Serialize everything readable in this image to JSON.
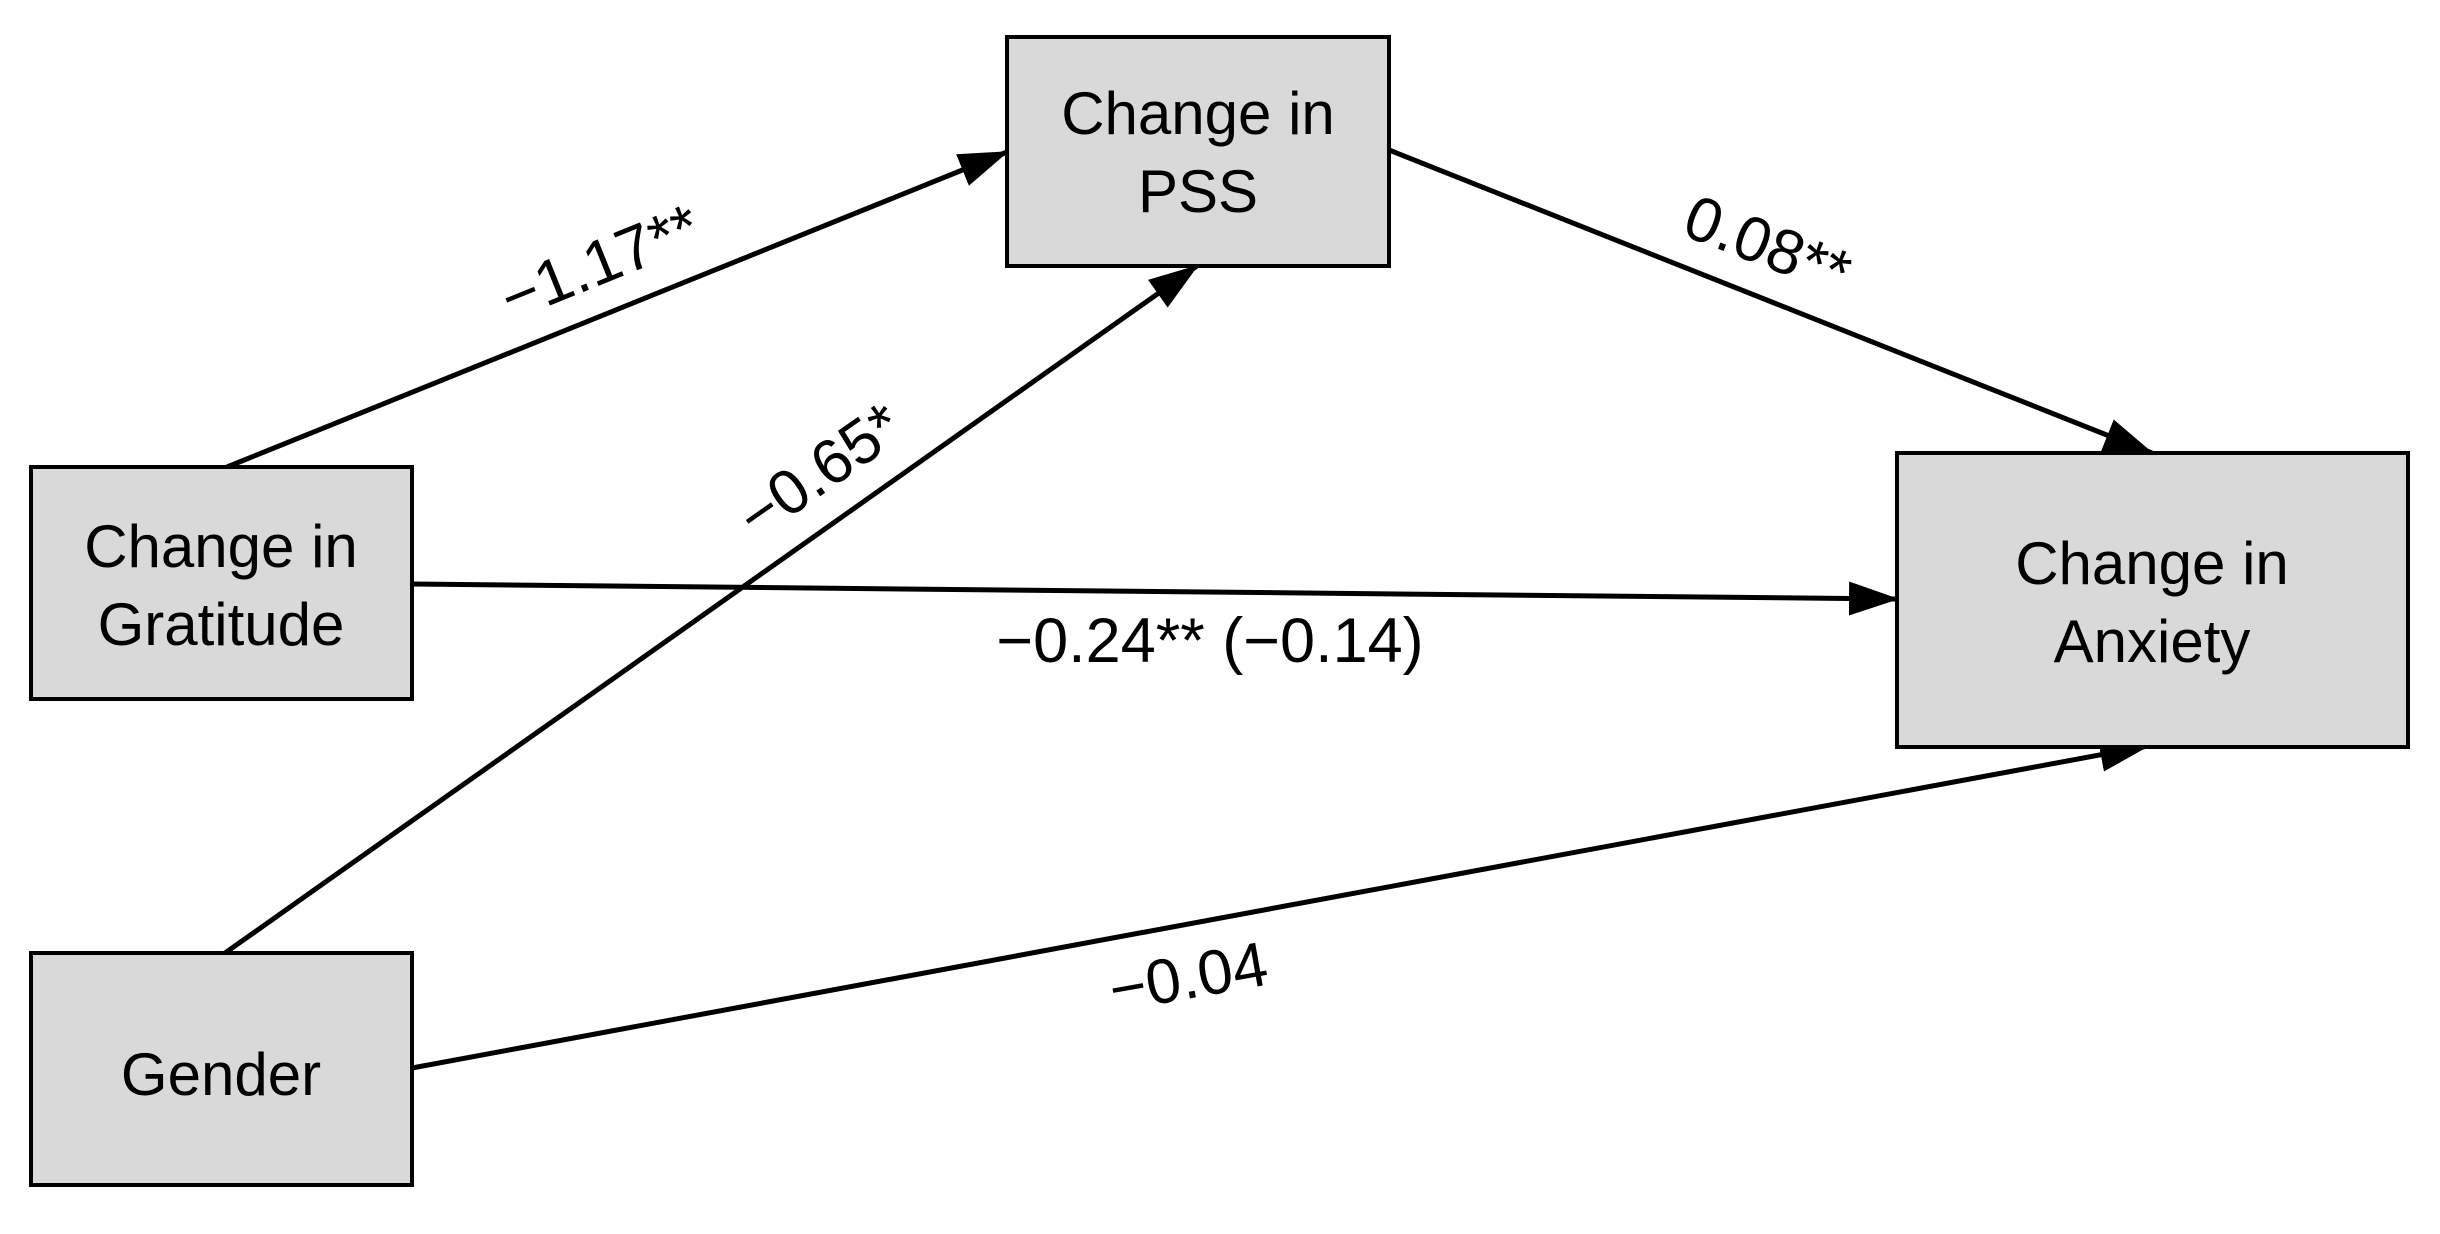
{
  "nodes": {
    "pss": {
      "line1": "Change in",
      "line2": "PSS"
    },
    "gratitude": {
      "line1": "Change in",
      "line2": "Gratitude"
    },
    "anxiety": {
      "line1": "Change in",
      "line2": "Anxiety"
    },
    "gender": {
      "label": "Gender"
    }
  },
  "edges": {
    "gratitude_to_pss": "−1.17**",
    "pss_to_anxiety": "0.08**",
    "gender_to_pss": "−0.65*",
    "gratitude_to_anxiety": "−0.24** (−0.14)",
    "gender_to_anxiety": "−0.04"
  },
  "colors": {
    "box_fill": "#d9d9d9",
    "stroke": "#000000",
    "background": "#ffffff"
  }
}
